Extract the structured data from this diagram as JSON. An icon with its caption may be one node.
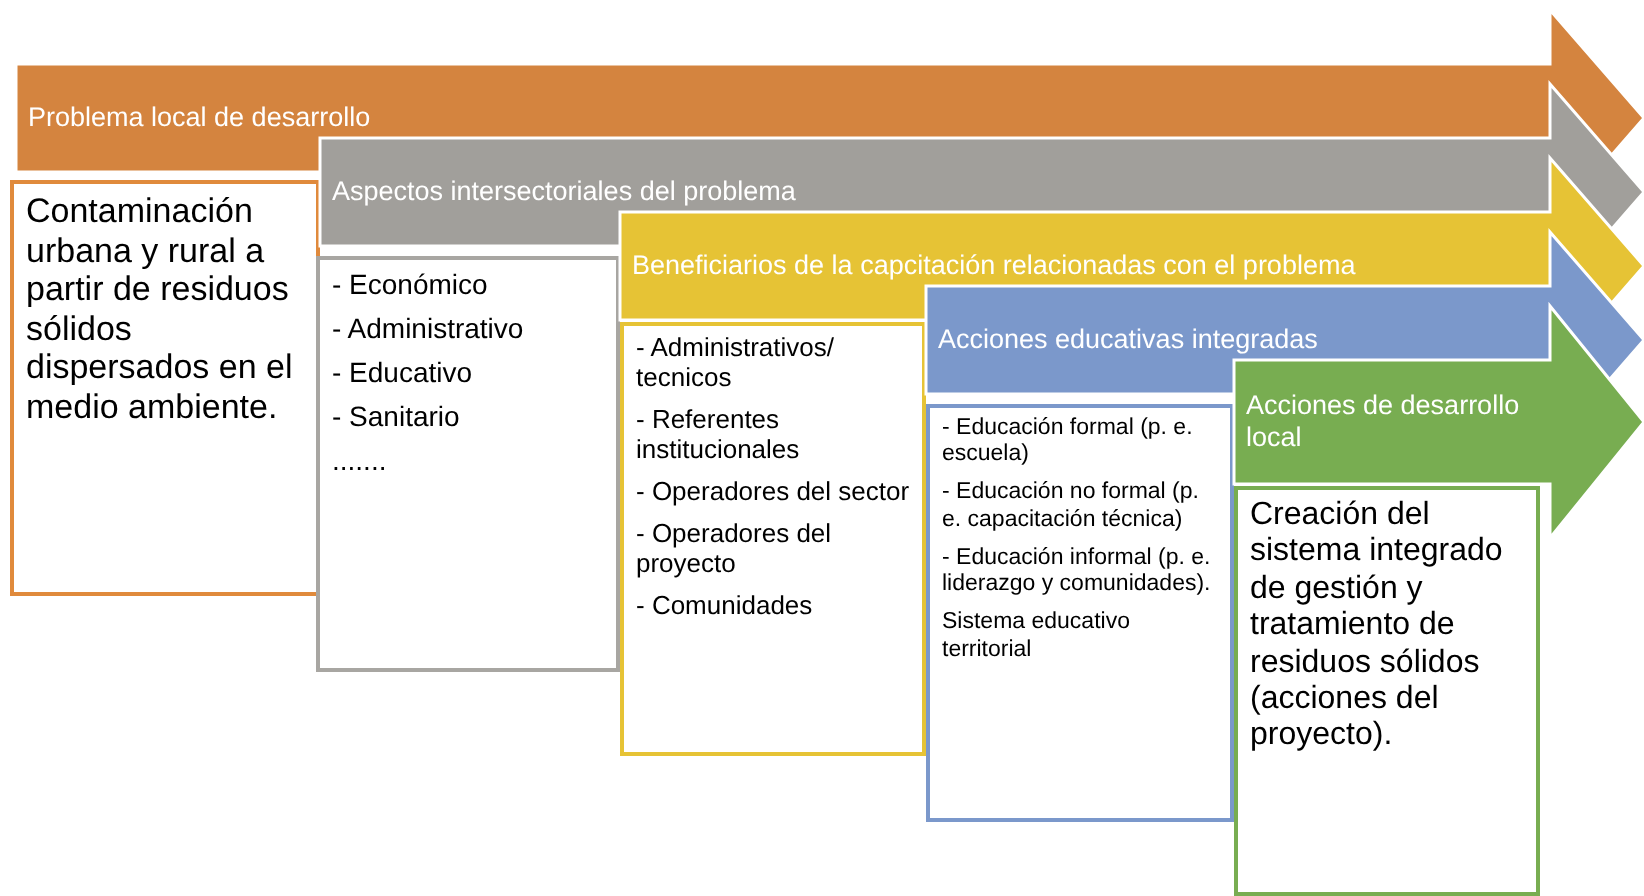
{
  "diagram": {
    "nodes": [
      {
        "text": [
          "Problema local de desarrollo"
        ]
      },
      {
        "text": [
          "Contaminación urbana y rural a partir de residuos sólidos dispersados en el medio ambiente."
        ]
      },
      {
        "text": [
          "Aspectos intersectoriales del problema"
        ]
      },
      {
        "text": [
          "-  Económico",
          "- Administrativo",
          "- Educativo",
          "- Sanitario",
          "......."
        ]
      },
      {
        "text": [
          "Beneficiarios de la capcitación relacionadas con el problema"
        ]
      },
      {
        "text": [
          "- Administrativos/ tecnicos",
          "- Referentes institucionales",
          "- Operadores del sector",
          "- Operadores del proyecto",
          "- Comunidades"
        ]
      },
      {
        "text": [
          "Acciones educativas integradas"
        ]
      },
      {
        "text": [
          "- Educación formal (p. e. escuela)",
          "- Educación no formal (p. e. capacitación técnica)",
          "- Educación informal (p. e. liderazgo y comunidades).",
          "Sistema educativo territorial"
        ]
      },
      {
        "text": [
          "Acciones de desarrollo local"
        ]
      },
      {
        "text": [
          "Creación del sistema integrado de gestión y tratamiento de residuos sólidos (acciones del proyecto)."
        ]
      }
    ]
  }
}
